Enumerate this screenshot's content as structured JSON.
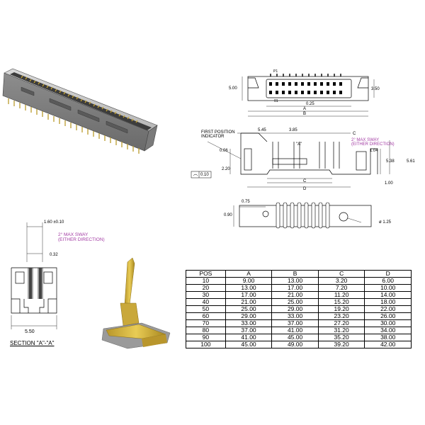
{
  "top_view": {
    "pin_mark": "P1",
    "dim_height": "5.00",
    "dim_right": "3.50",
    "pin_01": "01",
    "dim_pitch": "0.25",
    "dim_a": "A",
    "dim_b": "B"
  },
  "side_view": {
    "first_position_indicator": "FIRST POSITION\nINDICATOR",
    "dim_545": "5.45",
    "dim_385": "3.85",
    "dim_c_top": "C",
    "sway_note": "2° MAX SWAY\n(EITHER DIRECTION)",
    "dim_006": "0.06",
    "section_mark": "\"A\"",
    "dim_104": "1.04",
    "dim_538": "5.38",
    "dim_561": "5.61",
    "dim_220": "2.20",
    "tolerance_frame": "0.10",
    "dim_100": "1.00",
    "dim_c": "C",
    "dim_d": "D"
  },
  "bottom_view": {
    "dim_075": "0.75",
    "dim_090": "0.90",
    "dim_hole": "ø 1.25"
  },
  "section_view": {
    "dim_160": "1.60 ±0.10",
    "sway_note": "2° MAX SWAY\n(EITHER DIRECTION)",
    "dim_032": "0.32",
    "dim_550": "5.50",
    "title": "SECTION \"A\"-\"A\""
  },
  "table": {
    "headers": [
      "POS",
      "A",
      "B",
      "C",
      "D"
    ],
    "rows": [
      [
        "10",
        "9.00",
        "13.00",
        "3.20",
        "6.00"
      ],
      [
        "20",
        "13.00",
        "17.00",
        "7.20",
        "10.00"
      ],
      [
        "30",
        "17.00",
        "21.00",
        "11.20",
        "14.00"
      ],
      [
        "40",
        "21.00",
        "25.00",
        "15.20",
        "18.00"
      ],
      [
        "50",
        "25.00",
        "29.00",
        "19.20",
        "22.00"
      ],
      [
        "60",
        "29.00",
        "33.00",
        "23.20",
        "26.00"
      ],
      [
        "70",
        "33.00",
        "37.00",
        "27.20",
        "30.00"
      ],
      [
        "80",
        "37.00",
        "41.00",
        "31.20",
        "34.00"
      ],
      [
        "90",
        "41.00",
        "45.00",
        "35.20",
        "38.00"
      ],
      [
        "100",
        "45.00",
        "49.00",
        "39.20",
        "42.00"
      ]
    ]
  },
  "colors": {
    "gold": "#d6b43a",
    "body_gray": "#9a9a9a",
    "annotation": "#a23aa3"
  }
}
